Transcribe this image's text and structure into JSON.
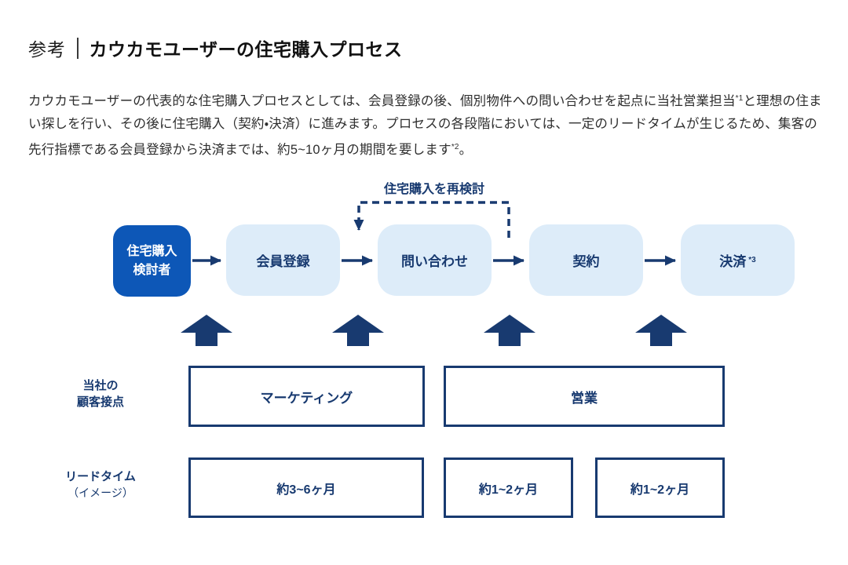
{
  "header": {
    "label": "参考",
    "title": "カウカモユーザーの住宅購入プロセス"
  },
  "paragraph": {
    "part1": "カウカモユーザーの代表的な住宅購入プロセスとしては、会員登録の後、個別物件への問い合わせを起点に当社営業担当",
    "sup1": "*1",
    "part2": "と理想の住まい探しを行い、その後に住宅購入（契約・決済）に進みます。プロセスの各段階においては、一定のリードタイムが生じるため、集客の先行指標である会員登録から決済までは、約5~10ヶ月の期間を要します",
    "sup2": "*2",
    "part3": "。"
  },
  "flow": {
    "loop_label": "住宅購入を再検討",
    "start": {
      "line1": "住宅購入",
      "line2": "検討者"
    },
    "stages": [
      {
        "label": "会員登録"
      },
      {
        "label": "問い合わせ"
      },
      {
        "label": "契約"
      },
      {
        "label": "決済",
        "sup": "*3"
      }
    ]
  },
  "touchpoints": {
    "label_line1": "当社の",
    "label_line2": "顧客接点",
    "boxes": [
      {
        "label": "マーケティング"
      },
      {
        "label": "営業"
      }
    ]
  },
  "leadtime": {
    "label_line1": "リードタイム",
    "label_line2": "（イメージ）",
    "boxes": [
      {
        "label": "約3~6ヶ月"
      },
      {
        "label": "約1~2ヶ月"
      },
      {
        "label": "約1~2ヶ月"
      }
    ]
  },
  "colors": {
    "primary_blue": "#0d57b7",
    "light_blue": "#ddecf9",
    "navy": "#183a70",
    "ink": "#2b2b2b"
  }
}
